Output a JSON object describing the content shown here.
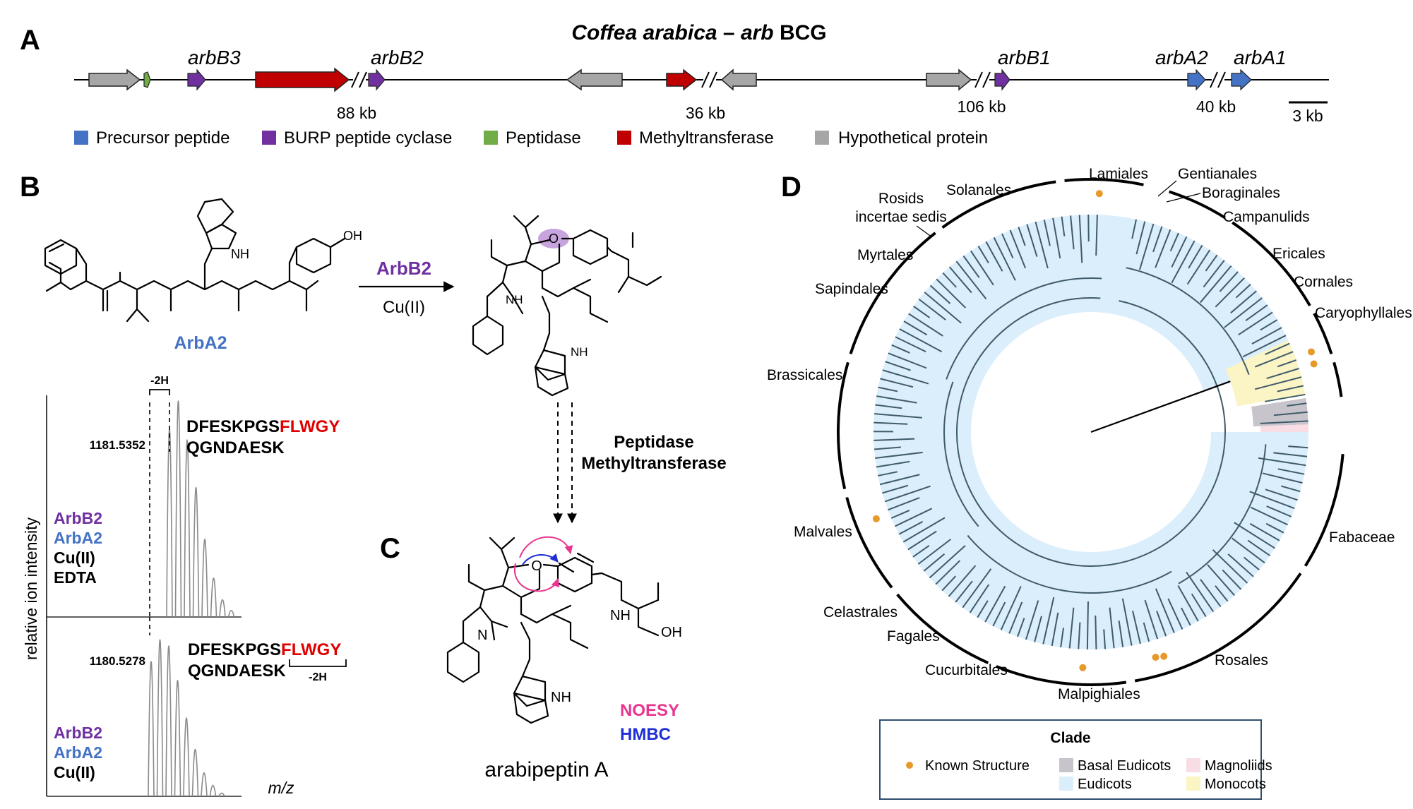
{
  "colors": {
    "precursor": "#4472c4",
    "burp": "#7030a0",
    "peptidase": "#70ad47",
    "methyltransferase": "#c00000",
    "hypothetical": "#a6a6a6",
    "red_text": "#e00000",
    "noesy": "#e8358f",
    "hmbc": "#1f2fd6",
    "eudicots": "#dbeefb",
    "basal_eudicots": "#c8c4cc",
    "magnoliids": "#f9dde4",
    "monocots": "#fbf4c4",
    "known_dot": "#e69a2b",
    "tree": "#3f5b6b"
  },
  "panelA": {
    "label": "A",
    "title_italic": "Coffea arabica",
    "title_dash": " – ",
    "title_italic2": "arb",
    "title_rest": " BCG",
    "genes": {
      "arbB3": "arbB3",
      "arbB2": "arbB2",
      "arbB1": "arbB1",
      "arbA2": "arbA2",
      "arbA1": "arbA1"
    },
    "gaps": [
      "88 kb",
      "36 kb",
      "106 kb",
      "40 kb"
    ],
    "scale": "3 kb",
    "legend": [
      "Precursor peptide",
      "BURP peptide cyclase",
      "Peptidase",
      "Methyltransferase",
      "Hypothetical protein"
    ]
  },
  "panelB": {
    "label": "B",
    "substrate_name": "ArbA2",
    "enzyme": "ArbB2",
    "cofactor": "Cu(II)",
    "next_enzymes": [
      "Peptidase",
      "Methyltransferase"
    ],
    "oh": "OH",
    "nh": "NH",
    "h": "H",
    "n": "N",
    "o": "O",
    "ms": {
      "y_axis": "relative ion intensity",
      "x_axis": "m/z",
      "shift": "-2H",
      "top_mass": "1181.5352",
      "bottom_mass": "1180.5278",
      "seq_black": "DFESKPGS",
      "seq_red": "FLWGY",
      "seq_line2": "QGNDAESK",
      "top_cond": [
        "ArbB2",
        "ArbA2",
        "Cu(II)",
        "EDTA"
      ],
      "bottom_cond": [
        "ArbB2",
        "ArbA2",
        "Cu(II)"
      ],
      "top_peaks": [
        0.87,
        1.0,
        0.82,
        0.6,
        0.36,
        0.18,
        0.08,
        0.03
      ],
      "bottom_peaks": [
        0.86,
        1.0,
        0.96,
        0.74,
        0.5,
        0.3,
        0.15,
        0.07,
        0.02
      ]
    }
  },
  "panelC": {
    "label": "C",
    "product": "arabipeptin A",
    "noesy": "NOESY",
    "hmbc": "HMBC",
    "oh": "OH",
    "nh": "NH",
    "h": "H",
    "n": "N",
    "o": "O"
  },
  "panelD": {
    "label": "D",
    "orders": [
      "Lamiales",
      "Gentianales",
      "Boraginales",
      "Campanulids",
      "Ericales",
      "Cornales",
      "Caryophyllales",
      "Solanales",
      "Rosids",
      "incertae sedis",
      "Myrtales",
      "Sapindales",
      "Brassicales",
      "Malvales",
      "Celastrales",
      "Fagales",
      "Cucurbitales",
      "Malpighiales",
      "Rosales",
      "Fabaceae"
    ],
    "legend_title": "Clade",
    "legend_items": [
      "Known Structure",
      "Basal Eudicots",
      "Magnoliids",
      "Eudicots",
      "Monocots"
    ]
  }
}
